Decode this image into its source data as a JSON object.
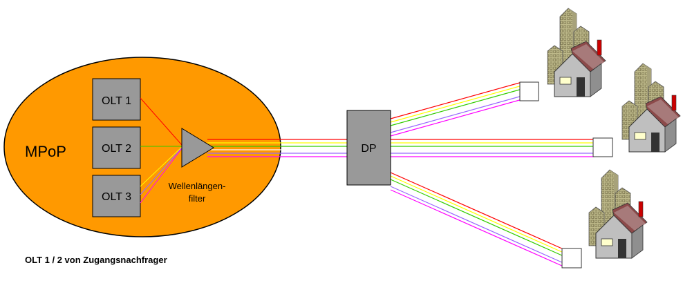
{
  "diagram": {
    "mpop_label": "MPoP",
    "olt_boxes": [
      "OLT 1",
      "OLT 2",
      "OLT 3"
    ],
    "filter_label_line1": "Wellenlängen-",
    "filter_label_line2": "filter",
    "dp_label": "DP",
    "caption": "OLT 1 / 2 von Zugangsnachfrager",
    "fiber_colors": [
      "#ff0000",
      "#ffff00",
      "#33cc00",
      "#ffffff",
      "#9966ff",
      "#ff00ff"
    ]
  }
}
